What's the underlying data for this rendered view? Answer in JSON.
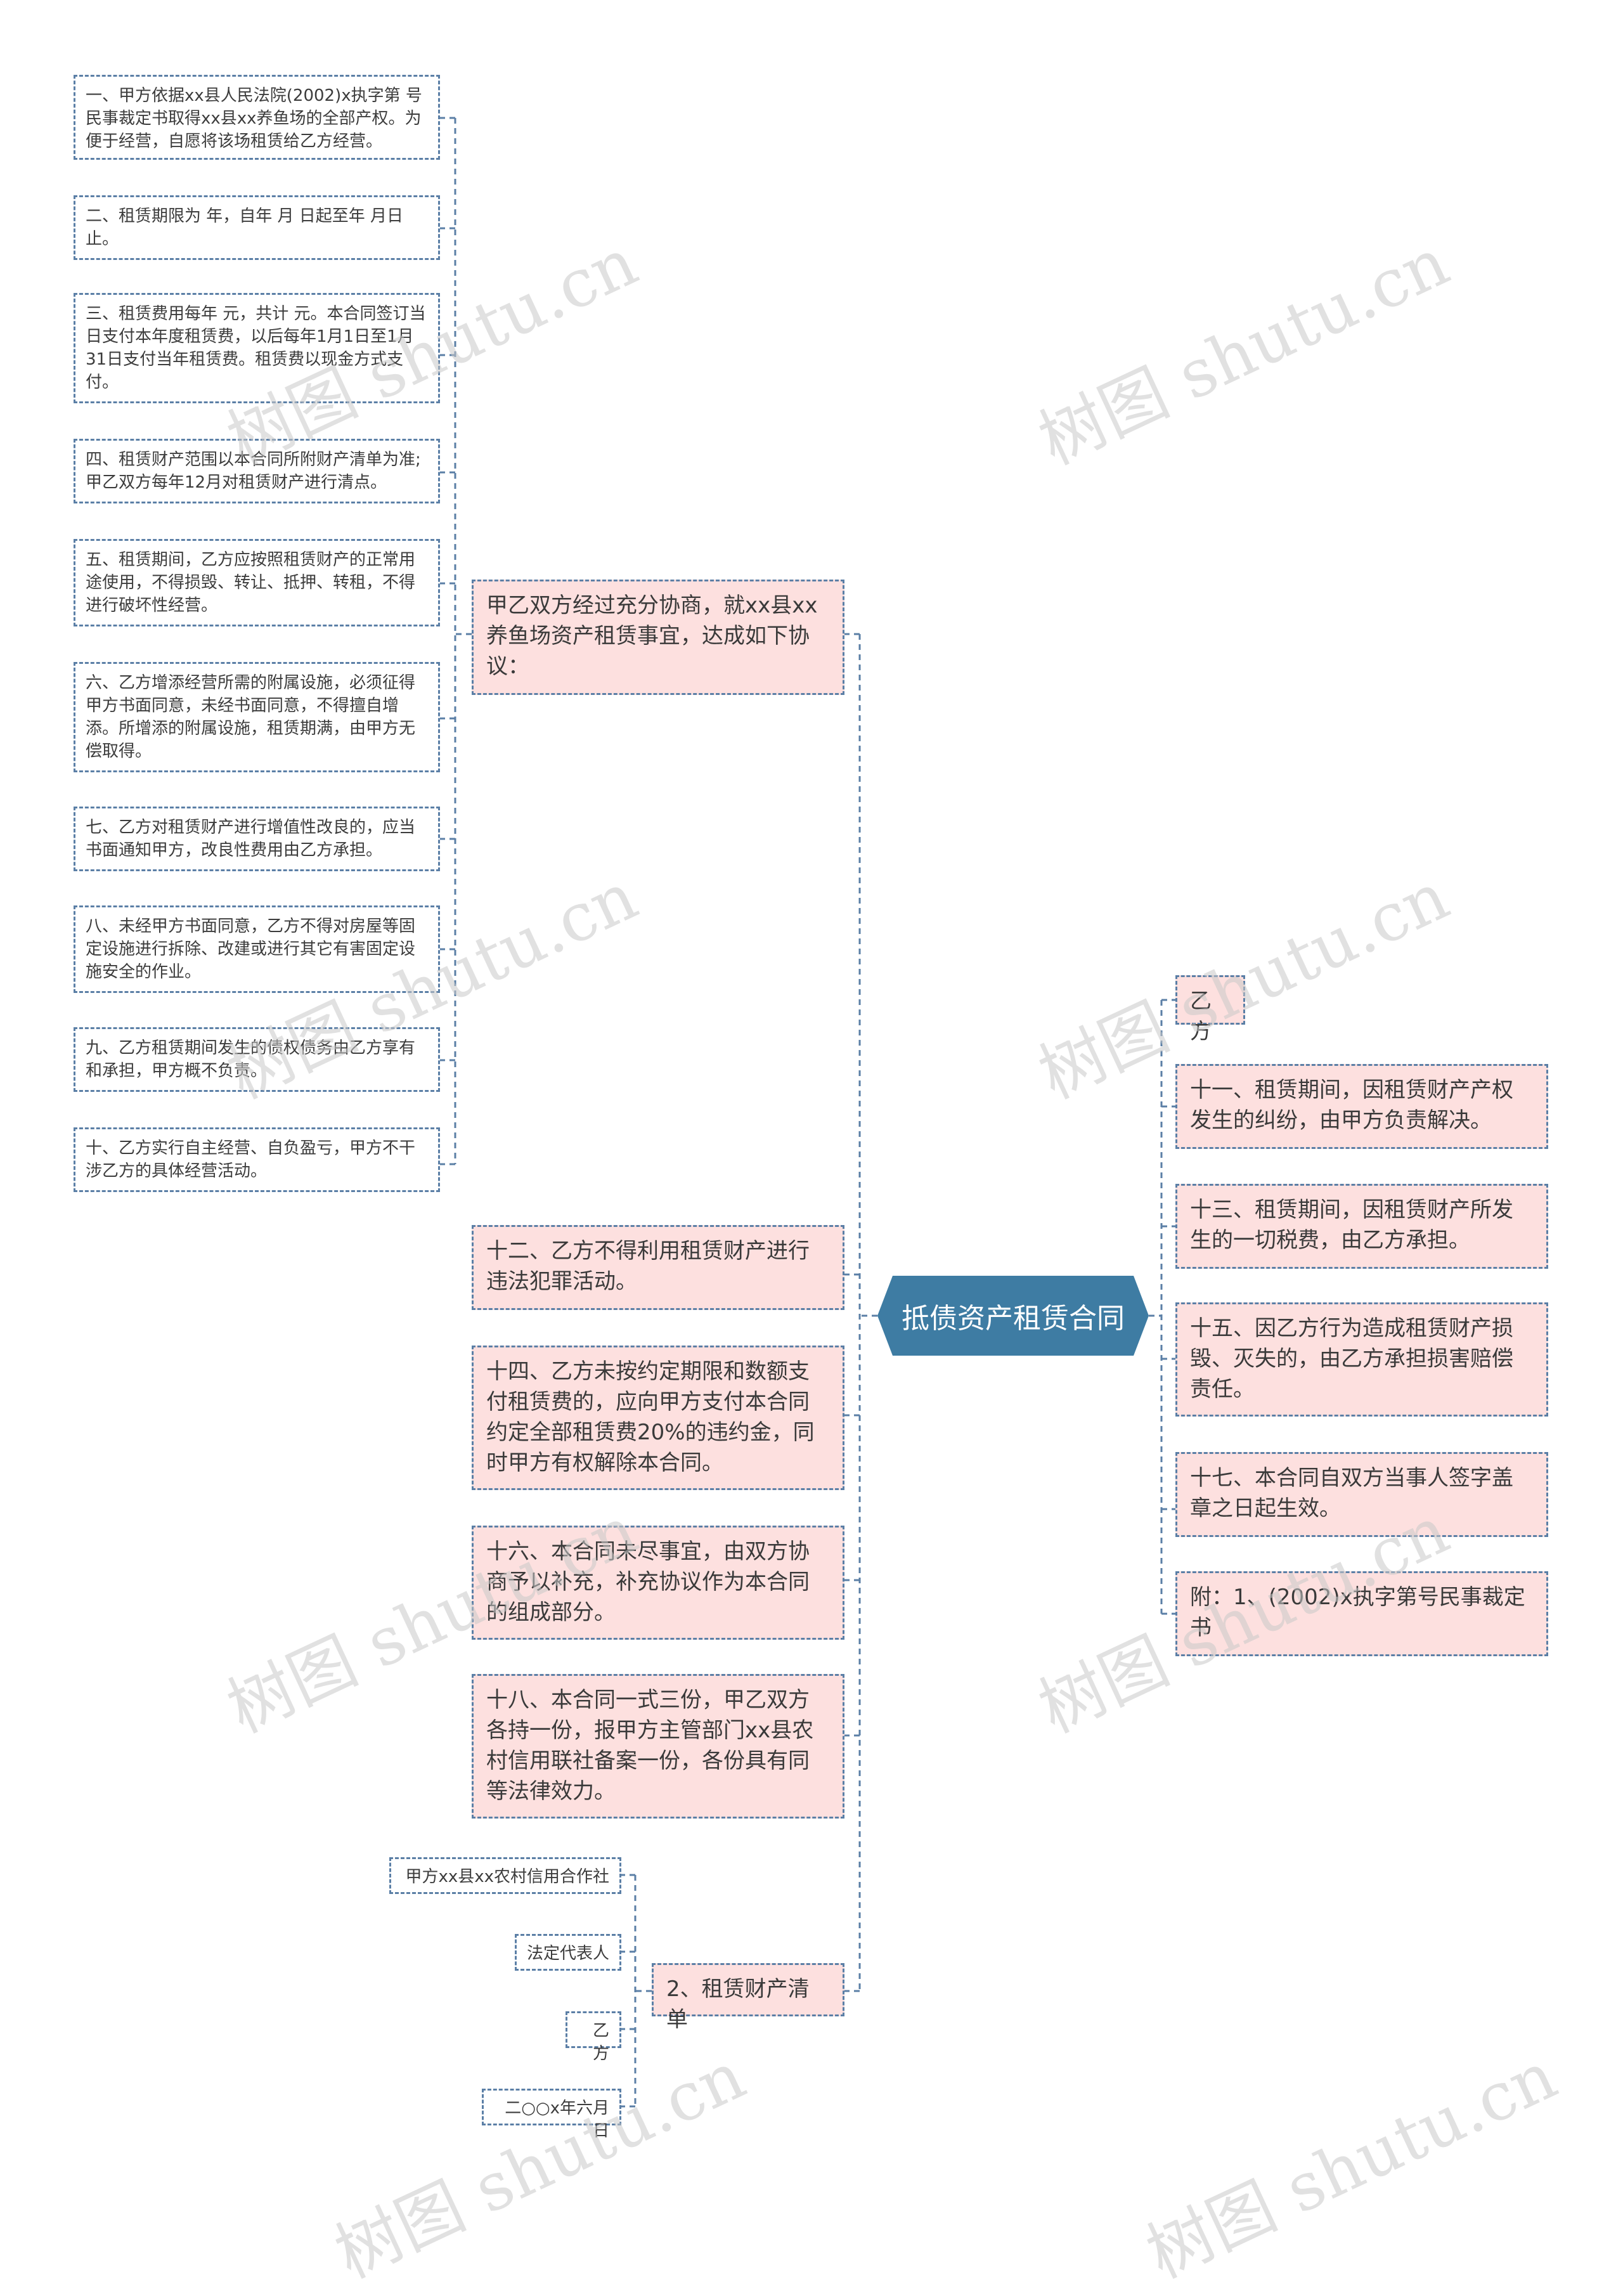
{
  "root": {
    "label": "抵债资产租赁合同"
  },
  "left_branches": {
    "agreement": {
      "label": "甲乙双方经过充分协商，就xx县xx养鱼场资产租赁事宜，达成如下协议：",
      "clauses": [
        "一、甲方依据xx县人民法院(2002)x执字第 号民事裁定书取得xx县xx养鱼场的全部产权。为便于经营，自愿将该场租赁给乙方经营。",
        "二、租赁期限为 年，自年 月 日起至年 月日止。",
        "三、租赁费用每年 元，共计 元。本合同签订当日支付本年度租赁费，以后每年1月1日至1月31日支付当年租赁费。租赁费以现金方式支付。",
        "四、租赁财产范围以本合同所附财产清单为准;甲乙双方每年12月对租赁财产进行清点。",
        "五、租赁期间，乙方应按照租赁财产的正常用途使用，不得损毁、转让、抵押、转租，不得进行破坏性经营。",
        "六、乙方增添经营所需的附属设施，必须征得甲方书面同意，未经书面同意，不得擅自增添。所增添的附属设施，租赁期满，由甲方无偿取得。",
        "七、乙方对租赁财产进行增值性改良的，应当书面通知甲方，改良性费用由乙方承担。",
        "八、未经甲方书面同意，乙方不得对房屋等固定设施进行拆除、改建或进行其它有害固定设施安全的作业。",
        "九、乙方租赁期间发生的债权债务由乙方享有和承担，甲方概不负责。",
        "十、乙方实行自主经营、自负盈亏，甲方不干涉乙方的具体经营活动。"
      ]
    },
    "clause_12": "十二、乙方不得利用租赁财产进行违法犯罪活动。",
    "clause_14": "十四、乙方未按约定期限和数额支付租赁费的，应向甲方支付本合同约定全部租赁费20%的违约金，同时甲方有权解除本合同。",
    "clause_16": "十六、本合同未尽事宜，由双方协商予以补充，补充协议作为本合同的组成部分。",
    "clause_18": "十八、本合同一式三份，甲乙双方各持一份，报甲方主管部门xx县农村信用联社备案一份，各份具有同等法律效力。",
    "property_list": {
      "label": "2、租赁财产清单",
      "items": [
        "甲方xx县xx农村信用合作社",
        "法定代表人",
        "乙方",
        "二○○x年六月日"
      ]
    }
  },
  "right_branches": {
    "party_b": "乙方",
    "clause_11": "十一、租赁期间，因租赁财产产权发生的纠纷，由甲方负责解决。",
    "clause_13": "十三、租赁期间，因租赁财产所发生的一切税费，由乙方承担。",
    "clause_15": "十五、因乙方行为造成租赁财产损毁、灭失的，由乙方承担损害赔偿责任。",
    "clause_17": "十七、本合同自双方当事人签字盖章之日起生效。",
    "attachment": "附：1、(2002)x执字第号民事裁定书"
  },
  "watermark": "树图 shutu.cn",
  "colors": {
    "root_fill": "#3e7ca3",
    "node_fill": "#fde0df",
    "connector": "#5b7fa6"
  }
}
